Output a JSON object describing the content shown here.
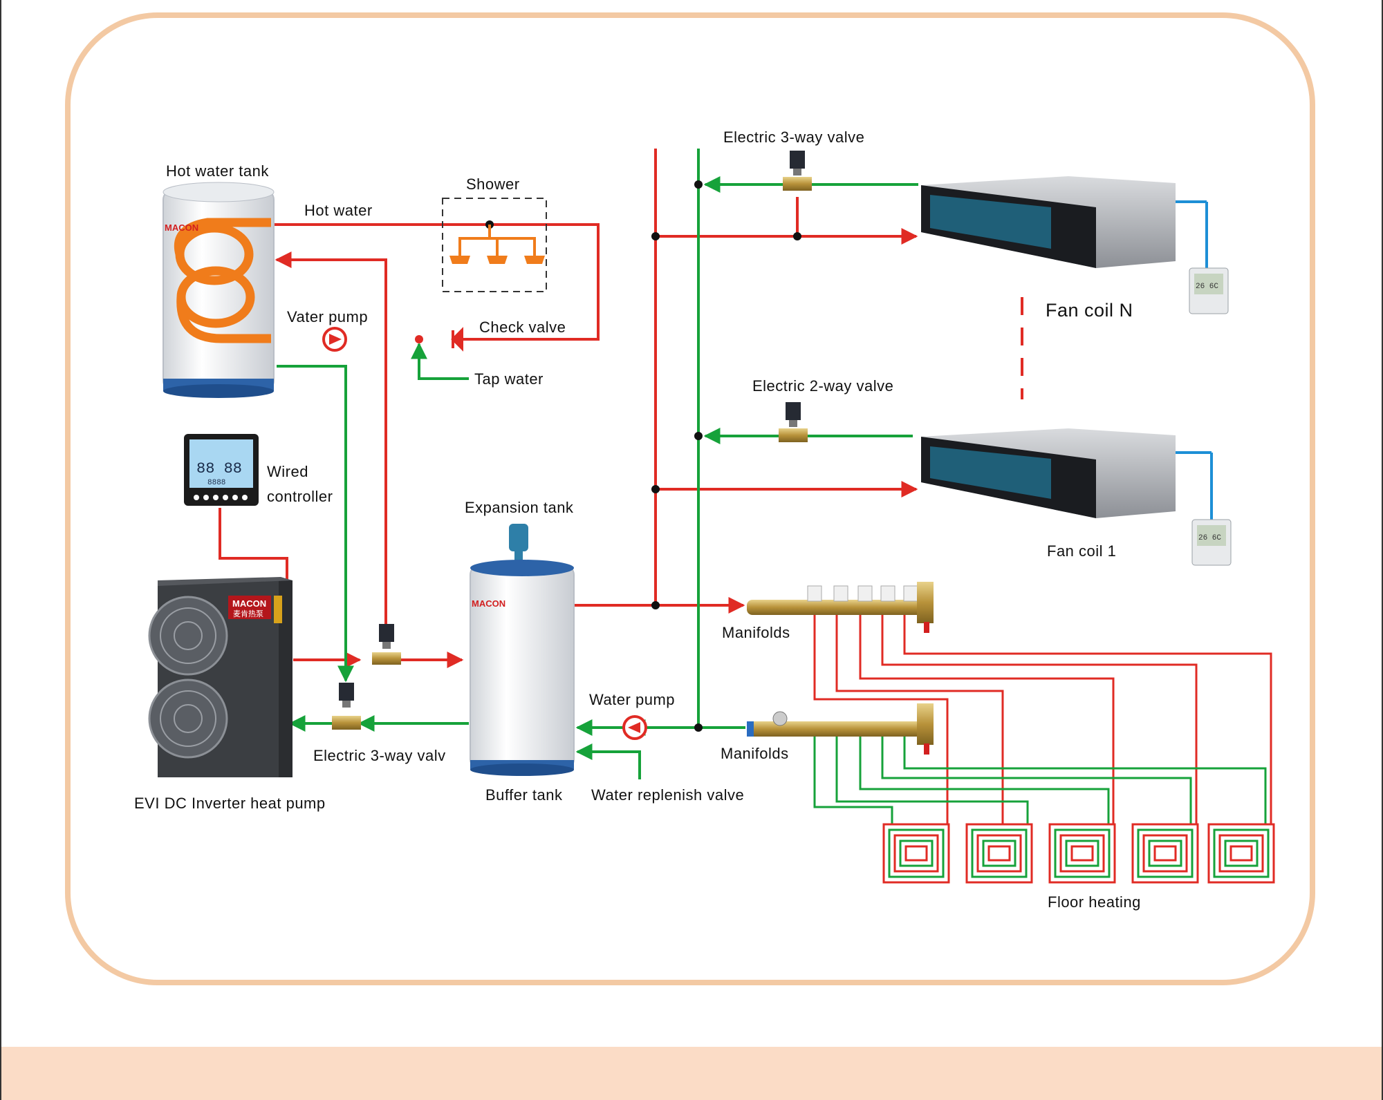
{
  "colors": {
    "hot_line": "#e02b24",
    "cold_line": "#16a23a",
    "frame": "#f3c9a3",
    "bottom_band": "#fbdcc6",
    "coil": "#f07c1b",
    "sensor_line": "#1d8fd6"
  },
  "labels": {
    "hot_water_tank": "Hot water tank",
    "hot_water": "Hot water",
    "shower": "Shower",
    "water_pump_top": "Vater pump",
    "check_valve": "Check valve",
    "tap_water": "Tap water",
    "wired_controller_1": "Wired",
    "wired_controller_2": "controller",
    "expansion_tank": "Expansion tank",
    "electric_3way_top": "Electric 3-way valve",
    "electric_2way": "Electric 2-way valve",
    "fan_coil_n": "Fan coil  N",
    "fan_coil_1": "Fan coil 1",
    "manifolds_top": "Manifolds",
    "manifolds_bottom": "Manifolds",
    "water_pump_bottom": "Water pump",
    "electric_3way_bottom": "Electric 3-way valv",
    "buffer_tank": "Buffer tank",
    "water_replenish_valve": "Water replenish valve",
    "heat_pump": "EVI DC Inverter heat pump",
    "floor_heating": "Floor heating"
  },
  "device_text": {
    "brand": "MACON",
    "brand_cn": "麦肯热泵",
    "controller_digits": "88 88",
    "controller_small": "8888",
    "thermostat_reading": "26 6C"
  }
}
